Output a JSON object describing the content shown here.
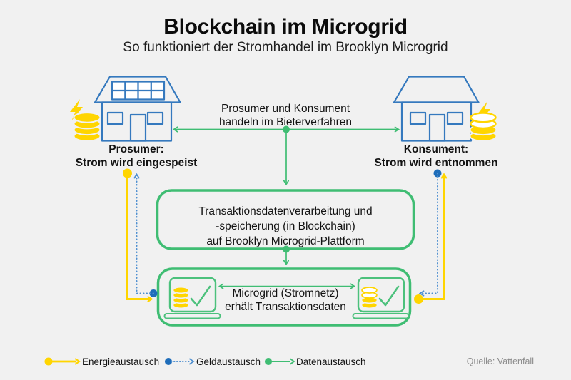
{
  "header": {
    "title": "Blockchain im Microgrid",
    "subtitle": "So funktioniert der Stromhandel im Brooklyn Microgrid"
  },
  "prosumer": {
    "title": "Prosumer:",
    "subtitle": "Strom wird eingespeist"
  },
  "konsument": {
    "title": "Konsument:",
    "subtitle": "Strom wird entnommen"
  },
  "bidding_note": {
    "line1": "Prosumer und Konsument",
    "line2": "handeln im Bieterverfahren"
  },
  "blockchain_box": {
    "line1": "Transaktionsdatenverarbeitung und",
    "line2": "-speicherung (in Blockchain)",
    "line3": "auf Brooklyn Microgrid-Plattform"
  },
  "microgrid_box": {
    "line1": "Microgrid (Stromnetz)",
    "line2": "erhält Transaktionsdaten"
  },
  "legend": {
    "energy": {
      "label": "Energieaustausch",
      "color": "#FFD500",
      "line_style": "solid"
    },
    "money": {
      "label": "Geldaustausch",
      "color": "#4E8FD0",
      "line_style": "dotted"
    },
    "data": {
      "label": "Datenaustausch",
      "color": "#3FBD73",
      "line_style": "solid"
    }
  },
  "source": "Quelle: Vattenfall",
  "colors": {
    "background": "#F1F1F1",
    "house_outline": "#3579BE",
    "energy_yellow": "#FFD500",
    "money_blue_line": "#4E8FD0",
    "money_blue_dot": "#1E6DBA",
    "data_green": "#3FBD73",
    "laptop_green": "#4CC17C",
    "text": "#131313",
    "source_gray": "#8C8C8C"
  },
  "icons": {
    "prosumer_house": "house-with-solar-panels-icon",
    "konsument_house": "house-icon",
    "lightning": "lightning-bolt-icon",
    "coins_full": "full-coin-stack-icon",
    "coins_partial": "partial-coin-stack-icon",
    "laptop": "laptop-with-coins-and-checkmark-icon"
  }
}
